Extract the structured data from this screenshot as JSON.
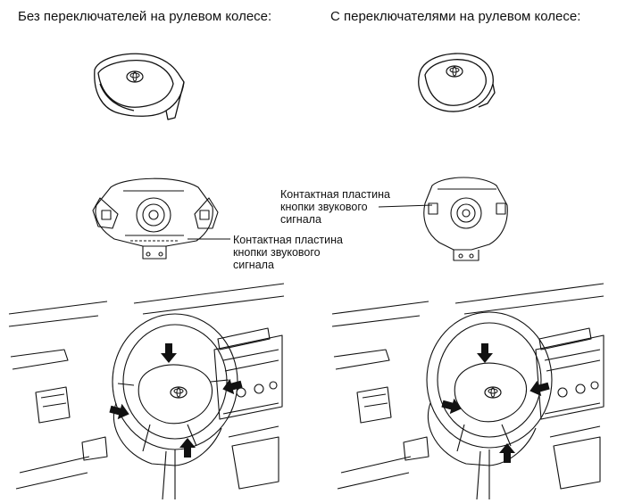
{
  "headings": {
    "left": "Без переключателей на рулевом колесе:",
    "right": "С переключателями на рулевом колесе:"
  },
  "callouts": {
    "left_horn_plate": [
      "Контактная пластина",
      "кнопки звукового",
      "сигнала"
    ],
    "right_horn_plate": [
      "Контактная пластина",
      "кнопки звукового",
      "сигнала"
    ]
  },
  "icons": [
    "toyota-logo-icon",
    "arrow-icon"
  ]
}
